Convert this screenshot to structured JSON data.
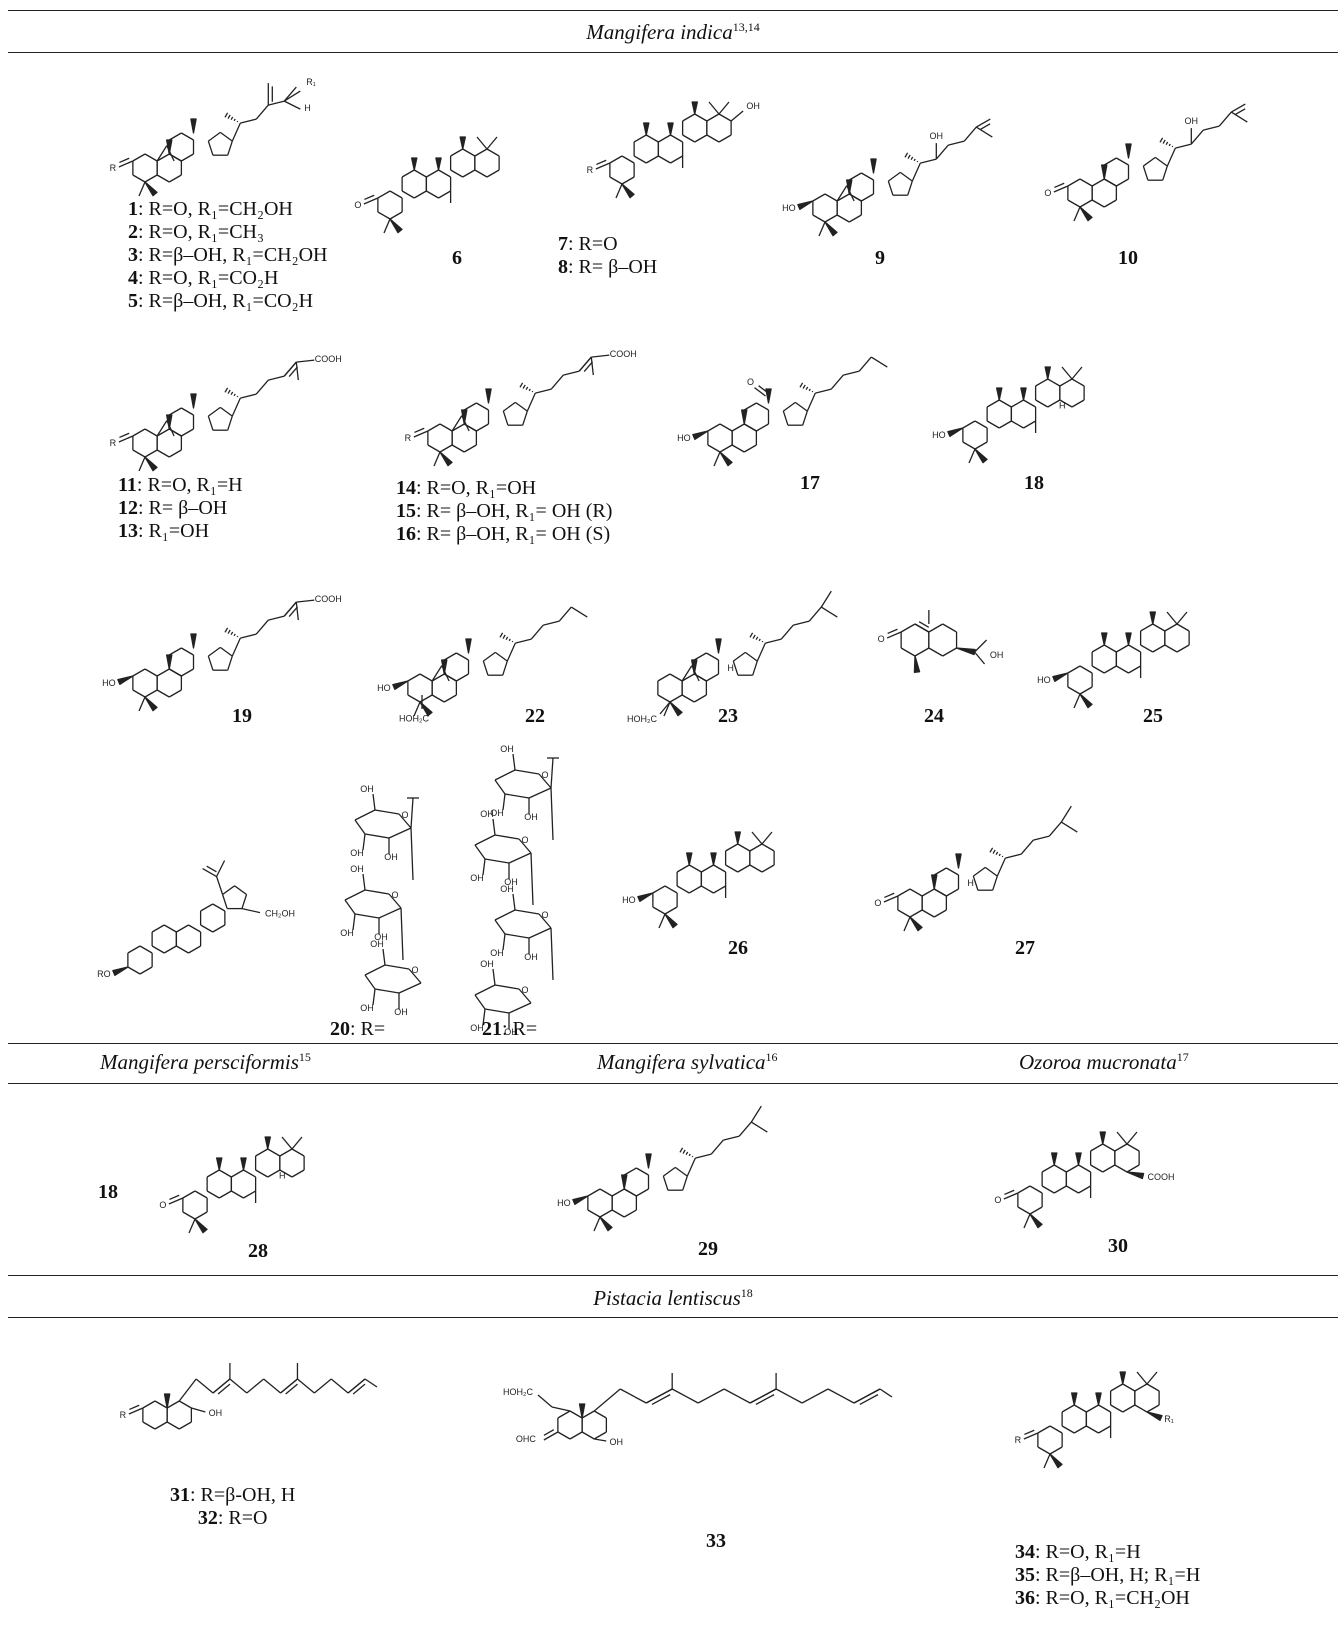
{
  "sections": [
    {
      "name": "Mangifera indica",
      "ref": "13,14"
    },
    {
      "name": "Mangifera persciformis",
      "ref": "15"
    },
    {
      "name": "Mangifera sylvatica",
      "ref": "16"
    },
    {
      "name": "Ozoroa mucronata",
      "ref": "17"
    },
    {
      "name": "Pistacia lentiscus",
      "ref": "18"
    }
  ],
  "labels": {
    "c1": "1",
    "c1t": ": R=O, R₁=CH₂OH",
    "c2": "2",
    "c2t": ": R=O, R₁=CH₃",
    "c3": "3",
    "c3t": ": R=β–OH, R₁=CH₂OH",
    "c4": "4",
    "c4t": ": R=O, R₁=CO₂H",
    "c5": "5",
    "c5t": ": R=β–OH, R₁=CO₂H",
    "c6": "6",
    "c7": "7",
    "c7t": ": R=O",
    "c8": "8",
    "c8t": ": R= β–OH",
    "c9": "9",
    "c10": "10",
    "c11": "11",
    "c11t": ": R=O, R₁=H",
    "c12": "12",
    "c12t": ": R= β–OH",
    "c13": "13",
    "c13t": ": R₁=OH",
    "c14": "14",
    "c14t": ": R=O, R₁=OH",
    "c15": "15",
    "c15t": ": R= β–OH, R₁= OH (R)",
    "c16": "16",
    "c16t": ": R= β–OH, R₁= OH (S)",
    "c17": "17",
    "c18": "18",
    "c19": "19",
    "c22": "22",
    "c23": "23",
    "c24": "24",
    "c25": "25",
    "c20": "20",
    "c20t": ": R=",
    "c21": "21",
    "c21t": ": R=",
    "c26": "26",
    "c27": "27",
    "c18b": "18",
    "c28": "28",
    "c29": "29",
    "c30": "30",
    "c31": "31",
    "c31t": ": R=β-OH, H",
    "c32": "32",
    "c32t": ": R=O",
    "c33": "33",
    "c34": "34",
    "c34t": ": R=O, R₁=H",
    "c35": "35",
    "c35t": ": R=β–OH, H; R₁=H",
    "c36": "36",
    "c36t": ": R=O, R₁=CH₂OH"
  },
  "atoms": {
    "R": "R",
    "R1": "R₁",
    "O": "O",
    "OH": "OH",
    "HO": "HO",
    "H": "H",
    "COOH": "COOH",
    "CH2OH": "CH₂OH",
    "HOH2C": "HOH₂C",
    "OHC": "OHC",
    "CH3": "CH₃",
    "RO": "RO"
  }
}
